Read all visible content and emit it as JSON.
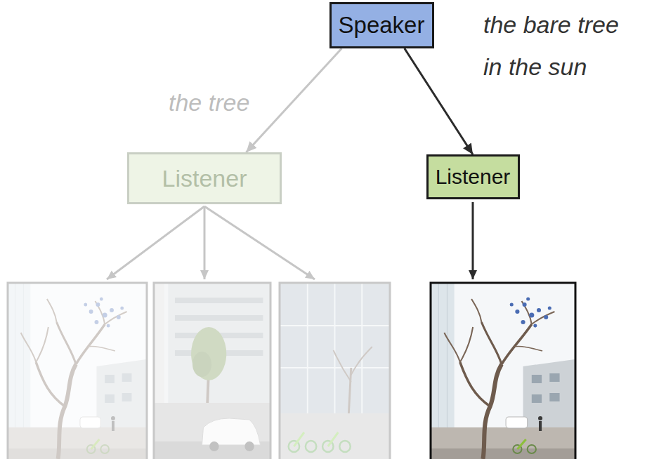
{
  "diagram": {
    "nodes": [
      {
        "text": [
          "Speaker"
        ]
      },
      {
        "text": [
          "Listener"
        ]
      },
      {
        "text": [
          "Listener"
        ]
      }
    ],
    "edges": [
      {
        "from": 0,
        "to": 1,
        "label": "the tree",
        "arrow": "to"
      },
      {
        "from": 0,
        "to": 2,
        "label": "the bare tree in the sun",
        "arrow": "to"
      }
    ]
  }
}
